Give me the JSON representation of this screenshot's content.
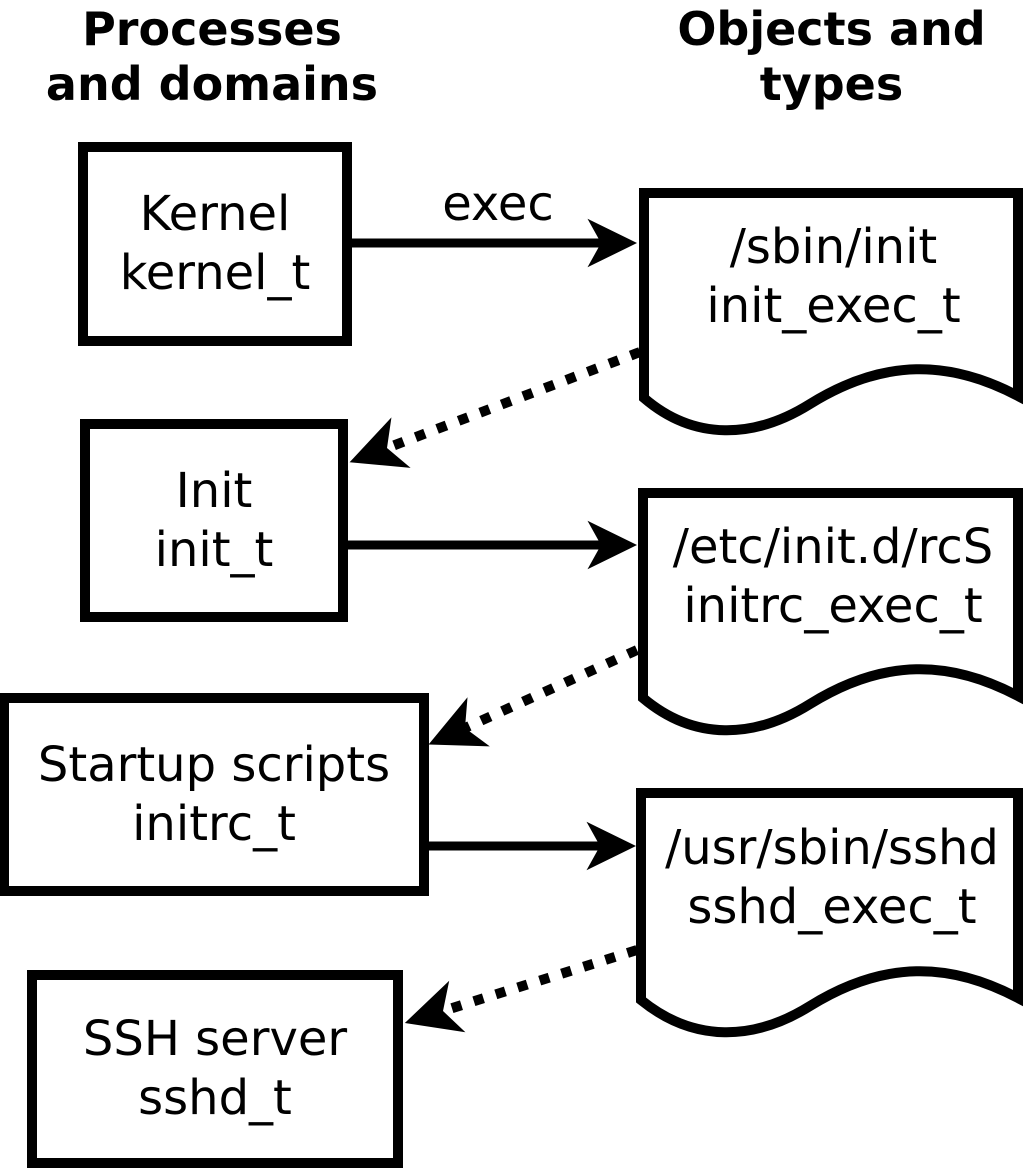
{
  "diagram": {
    "left_column_title": "Processes\nand domains",
    "right_column_title": "Objects and\ntypes",
    "exec_arrow_label": "exec",
    "colors": {
      "stroke": "#000000",
      "background": "#ffffff"
    },
    "processes": [
      {
        "name": "Kernel",
        "type": "kernel_t"
      },
      {
        "name": "Init",
        "type": "init_t"
      },
      {
        "name": "Startup scripts",
        "type": "initrc_t"
      },
      {
        "name": "SSH server",
        "type": "sshd_t"
      }
    ],
    "objects": [
      {
        "path": "/sbin/init",
        "type": "init_exec_t"
      },
      {
        "path": "/etc/init.d/rcS",
        "type": "initrc_exec_t"
      },
      {
        "path": "/usr/sbin/sshd",
        "type": "sshd_exec_t"
      }
    ]
  }
}
